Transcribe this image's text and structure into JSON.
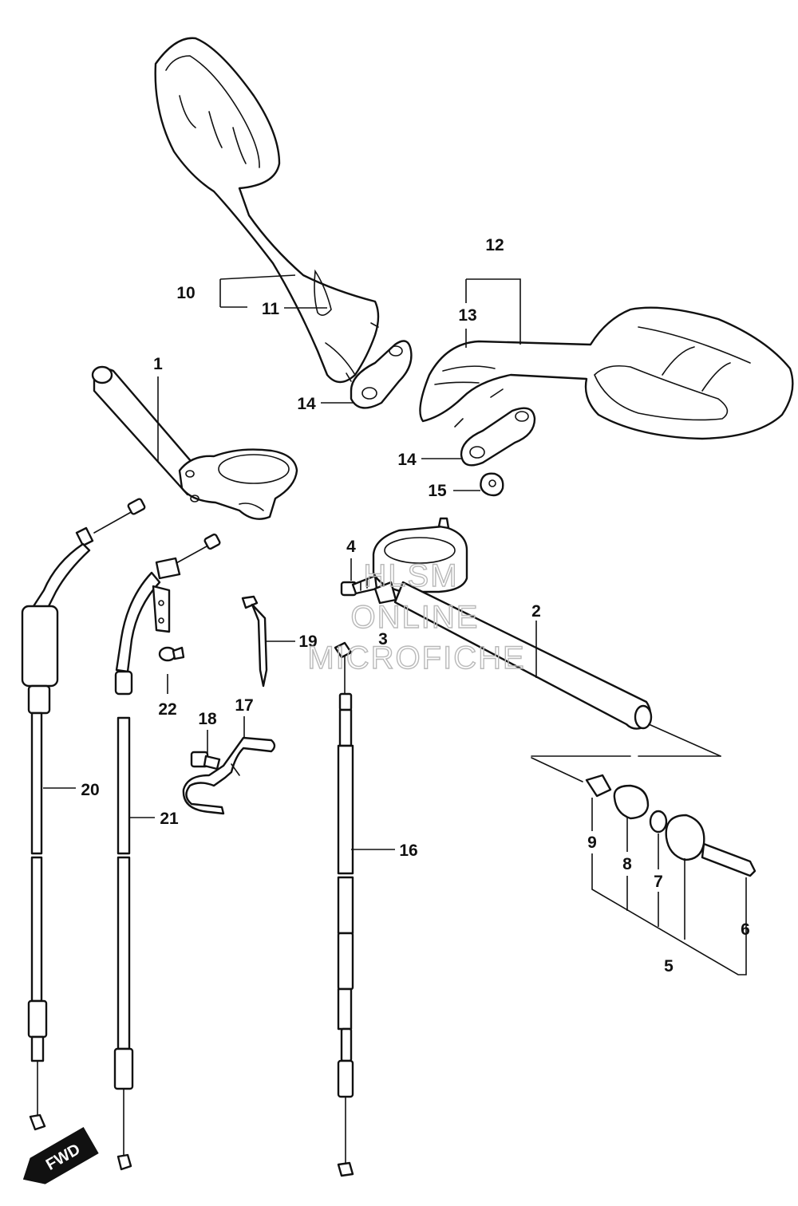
{
  "diagram": {
    "callouts": [
      "1",
      "2",
      "3",
      "4",
      "5",
      "6",
      "7",
      "8",
      "9",
      "10",
      "11",
      "12",
      "13",
      "14",
      "14",
      "15",
      "16",
      "17",
      "18",
      "19",
      "20",
      "21",
      "22"
    ],
    "watermark": [
      "HLSM",
      "ONLINE",
      "MICROFICHE"
    ],
    "fwd_badge": "FWD"
  }
}
